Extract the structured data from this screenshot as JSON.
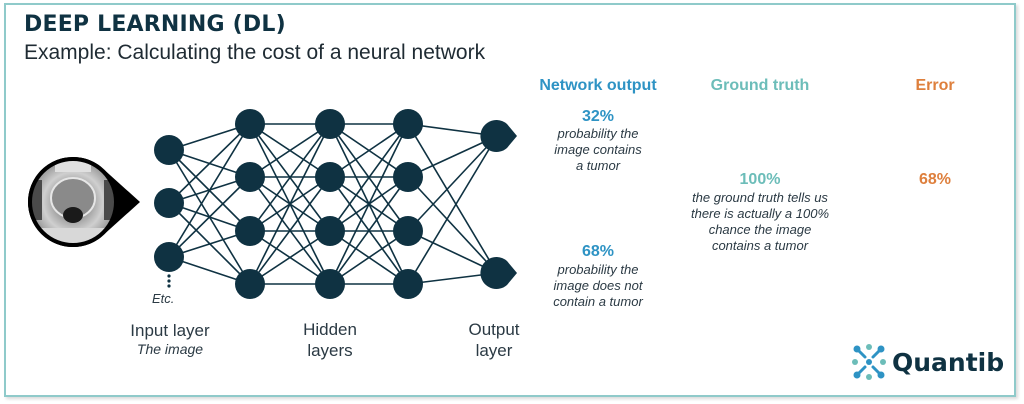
{
  "header": {
    "title": "DEEP LEARNING (DL)",
    "subtitle": "Example: Calculating the cost of a neural network"
  },
  "network": {
    "layers": [
      {
        "name": "input",
        "nodes": 3
      },
      {
        "name": "hidden-1",
        "nodes": 4
      },
      {
        "name": "hidden-2",
        "nodes": 4
      },
      {
        "name": "hidden-3",
        "nodes": 4
      },
      {
        "name": "output",
        "nodes": 2
      }
    ],
    "etc_label": "Etc.",
    "input_image_icon": "mri-scan-image"
  },
  "labels": {
    "input_title": "Input layer",
    "input_sub": "The image",
    "hidden_line1": "Hidden",
    "hidden_line2": "layers",
    "output_line1": "Output",
    "output_line2": "layer"
  },
  "results": {
    "network_output": {
      "heading": "Network output",
      "items": [
        {
          "value": "32%",
          "desc": [
            "probability the",
            "image contains",
            "a tumor"
          ]
        },
        {
          "value": "68%",
          "desc": [
            "probability the",
            "image does not",
            "contain a tumor"
          ]
        }
      ]
    },
    "ground_truth": {
      "heading": "Ground truth",
      "value": "100%",
      "desc": [
        "the ground truth tells us",
        "there is actually a 100%",
        "chance the image",
        "contains a tumor"
      ]
    },
    "error": {
      "heading": "Error",
      "value": "68%"
    }
  },
  "colors": {
    "node": "#0f3242",
    "network_output": "#2e93c4",
    "ground_truth": "#6cbdb9",
    "error": "#de7f3c",
    "frame": "#8fcaca"
  },
  "logo": {
    "text": "Quantib"
  }
}
